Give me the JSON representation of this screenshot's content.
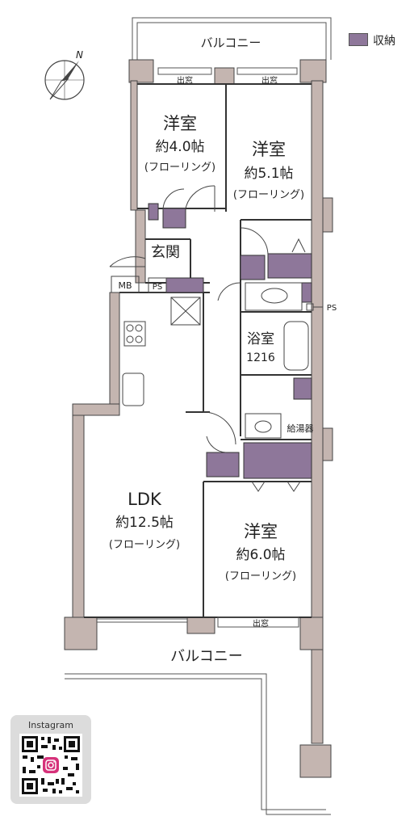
{
  "legend": {
    "label": "収納",
    "swatch_color": "#8e779a"
  },
  "colors": {
    "wall": "#c4b5b0",
    "storage": "#8e779a",
    "line": "#333333"
  },
  "compass": {
    "label": "N"
  },
  "rooms": {
    "bedroom1": {
      "name": "洋室",
      "size": "約4.0帖",
      "floor": "(フローリング)"
    },
    "bedroom2": {
      "name": "洋室",
      "size": "約5.1帖",
      "floor": "(フローリング)"
    },
    "ldk": {
      "name": "LDK",
      "size": "約12.5帖",
      "floor": "(フローリング)"
    },
    "bedroom3": {
      "name": "洋室",
      "size": "約6.0帖",
      "floor": "(フローリング)"
    },
    "entrance": "玄関",
    "bath": {
      "name": "浴室",
      "size": "1216"
    }
  },
  "labels": {
    "balcony_top": "バルコニー",
    "balcony_bottom": "バルコニー",
    "bay_window": "出窓",
    "mb": "MB",
    "ps": "PS",
    "water_heater": "給湯器"
  },
  "instagram": {
    "title": "Instagram"
  }
}
